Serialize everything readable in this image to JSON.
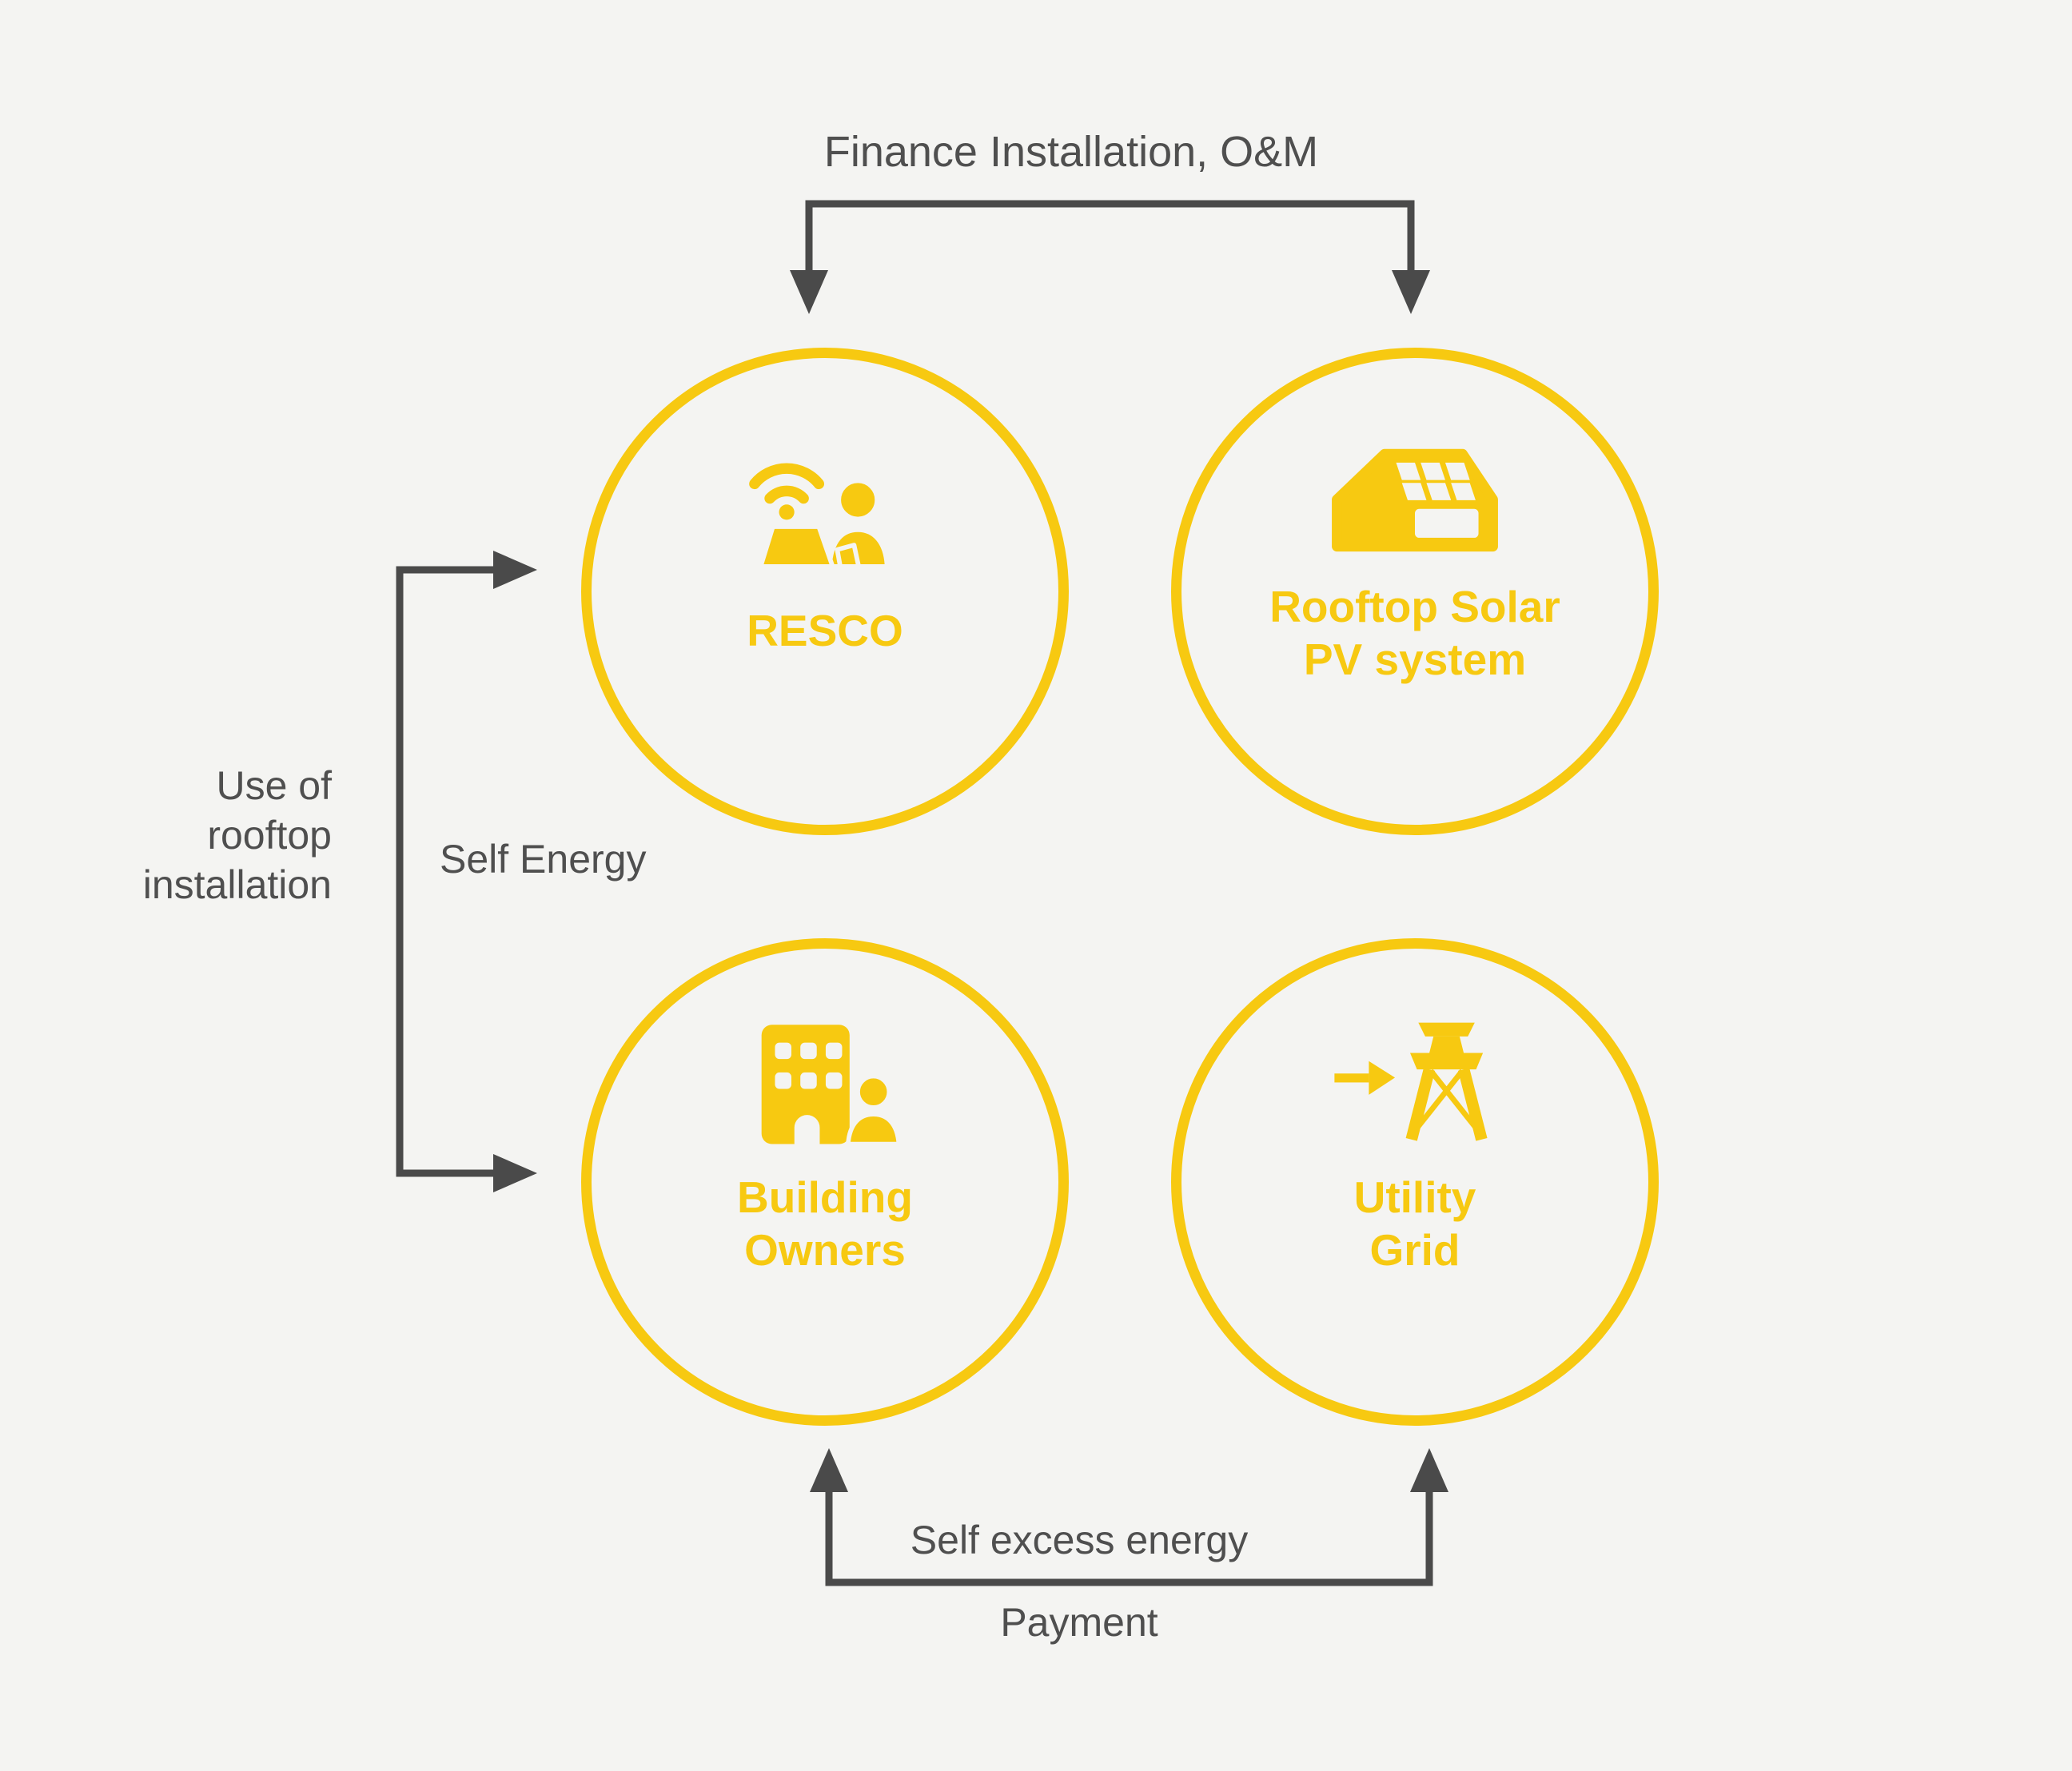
{
  "nodes": {
    "resco": {
      "label": "RESCO",
      "icon": "operator-wifi-laptop-icon"
    },
    "rooftop_solar": {
      "label_lines": [
        "Rooftop Solar",
        "PV system"
      ],
      "icon": "solar-roof-icon"
    },
    "building_owners": {
      "label_lines": [
        "Building",
        "Owners"
      ],
      "icon": "building-person-icon"
    },
    "utility_grid": {
      "label_lines": [
        "Utility",
        "Grid"
      ],
      "icon": "transmission-tower-arrow-icon"
    }
  },
  "edges": {
    "finance": {
      "label": "Finance Installation, O&M"
    },
    "use_of_rooftop": {
      "label_lines": [
        "Use of",
        "rooftop",
        "installation"
      ]
    },
    "self_energy": {
      "label": "Self Energy"
    },
    "self_excess_energy": {
      "label": "Self excess energy"
    },
    "payment": {
      "label": "Payment"
    }
  },
  "colors": {
    "accent_yellow": "#F7C911",
    "arrow_gray": "#4A4A4A",
    "label_gray": "#4F4F4F",
    "background": "#F4F4F2"
  }
}
